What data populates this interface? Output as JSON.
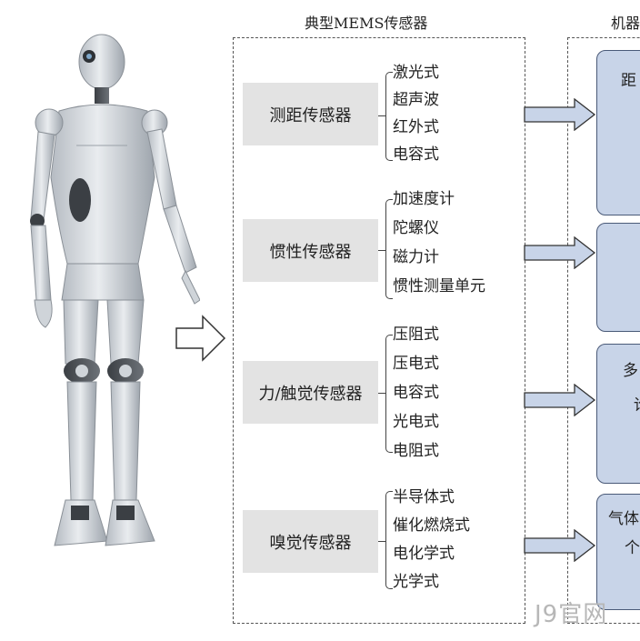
{
  "mems_title": "典型MEMS传感器",
  "robot_title": "机器",
  "categories": [
    {
      "label": "测距传感器",
      "items": [
        "激光式",
        "超声波",
        "红外式",
        "电容式"
      ],
      "box_text": [
        "距"
      ]
    },
    {
      "label": "惯性传感器",
      "items": [
        "加速度计",
        "陀螺仪",
        "磁力计",
        "惯性测量单元"
      ],
      "box_text": []
    },
    {
      "label": "力/触觉传感器",
      "items": [
        "压阻式",
        "压电式",
        "电容式",
        "光电式",
        "电阻式"
      ],
      "box_text": [
        "多",
        "论"
      ]
    },
    {
      "label": "嗅觉传感器",
      "items": [
        "半导体式",
        "催化燃烧式",
        "电化学式",
        "光学式"
      ],
      "box_text": [
        "气体",
        "个"
      ]
    }
  ],
  "watermark": "J9官网"
}
